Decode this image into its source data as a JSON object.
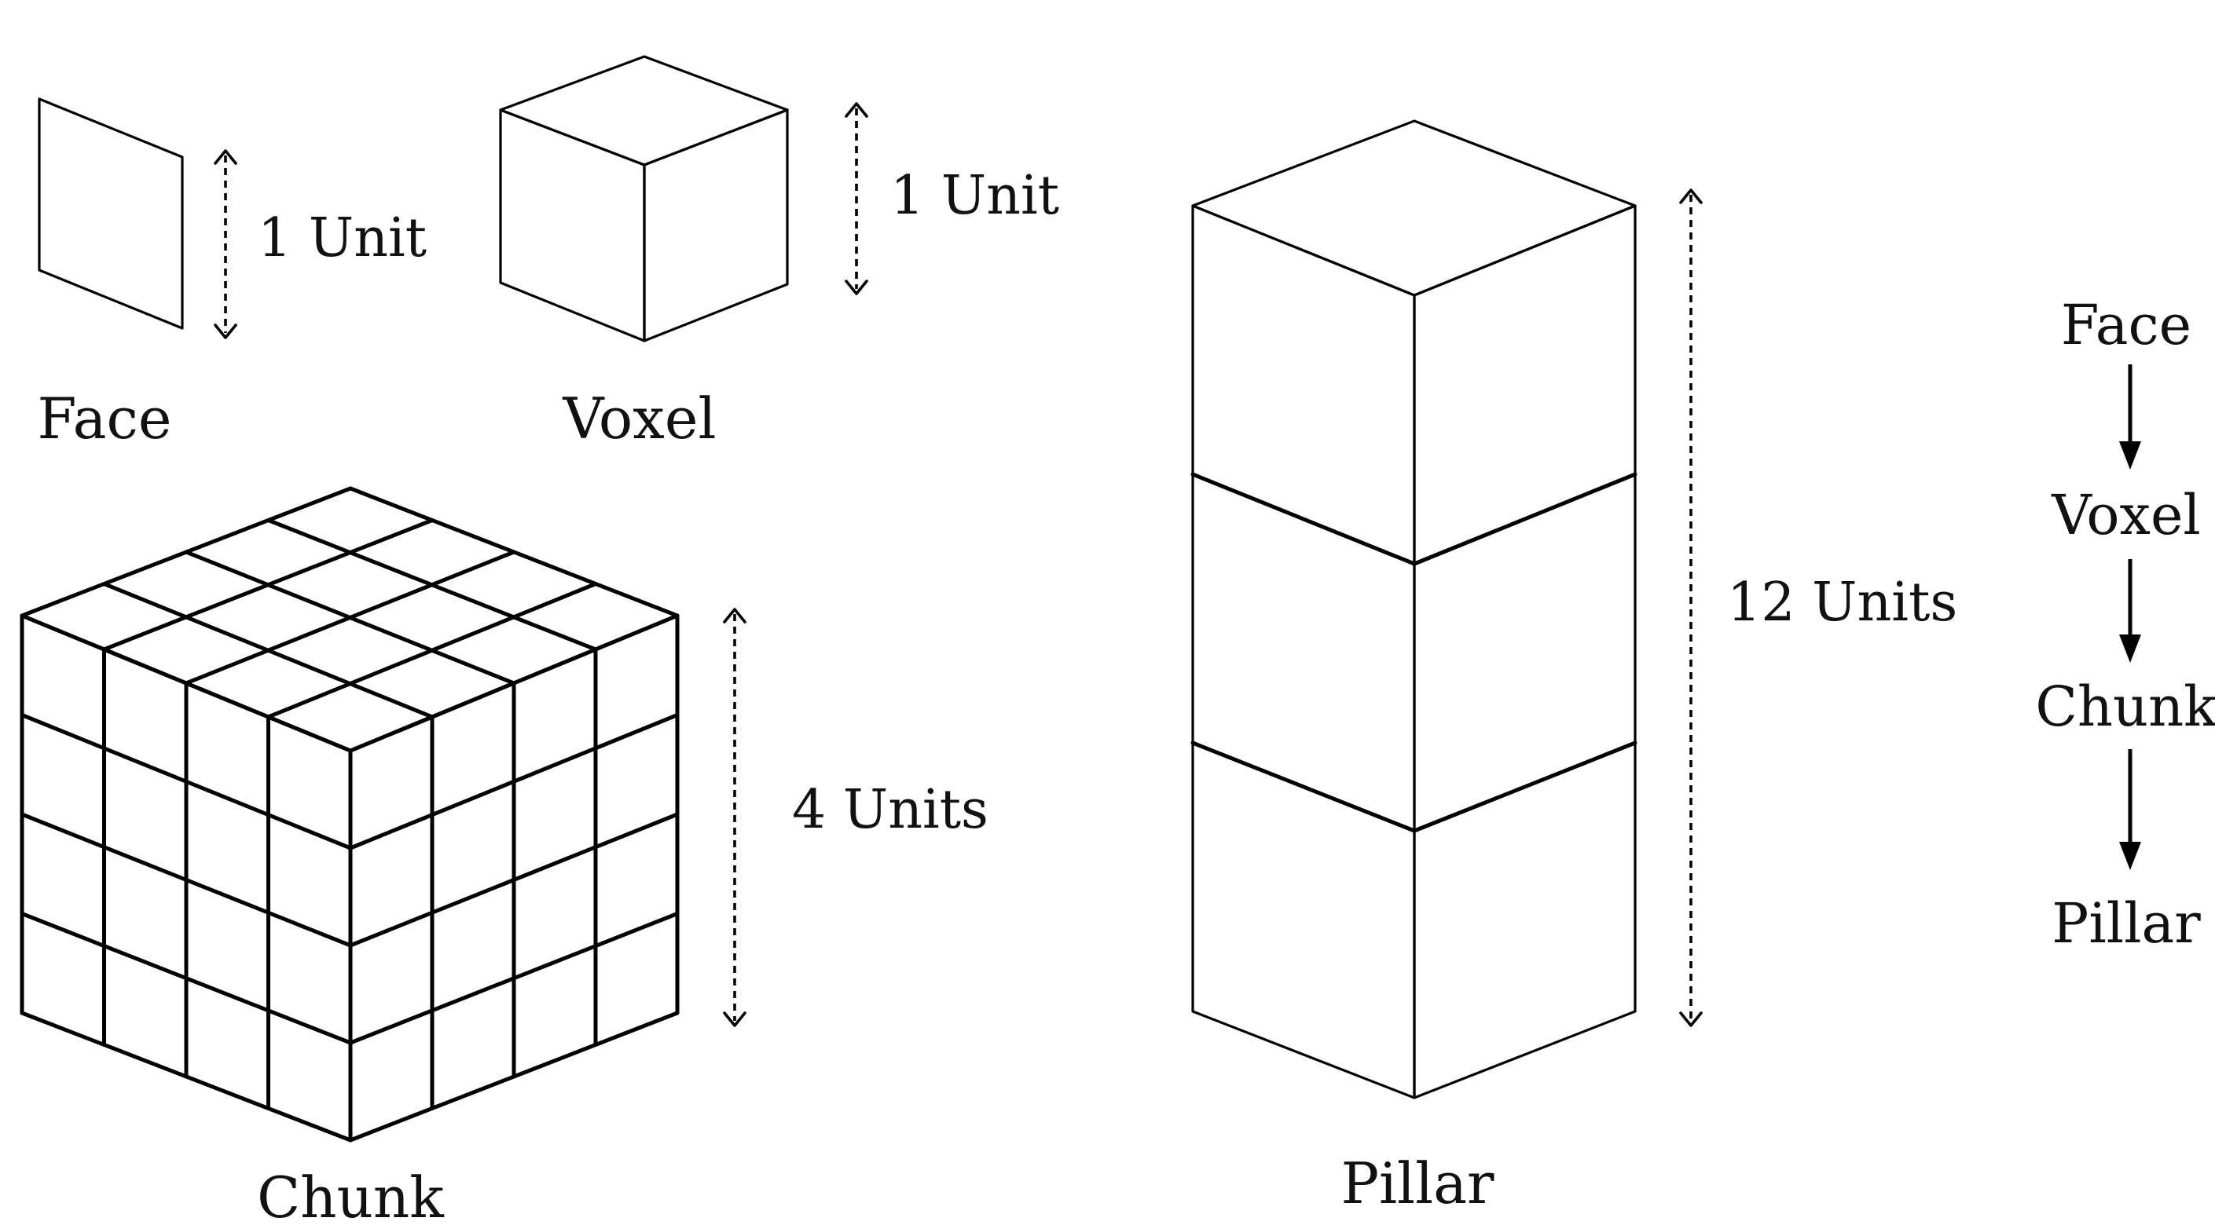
{
  "figure": {
    "face": {
      "label": "Face",
      "dimension": "1 Unit"
    },
    "voxel": {
      "label": "Voxel",
      "dimension": "1 Unit"
    },
    "chunk": {
      "label": "Chunk",
      "dimension": "4 Units"
    },
    "pillar": {
      "label": "Pillar",
      "dimension": "12 Units"
    }
  },
  "hierarchy": {
    "steps": [
      "Face",
      "Voxel",
      "Chunk",
      "Pillar"
    ]
  }
}
